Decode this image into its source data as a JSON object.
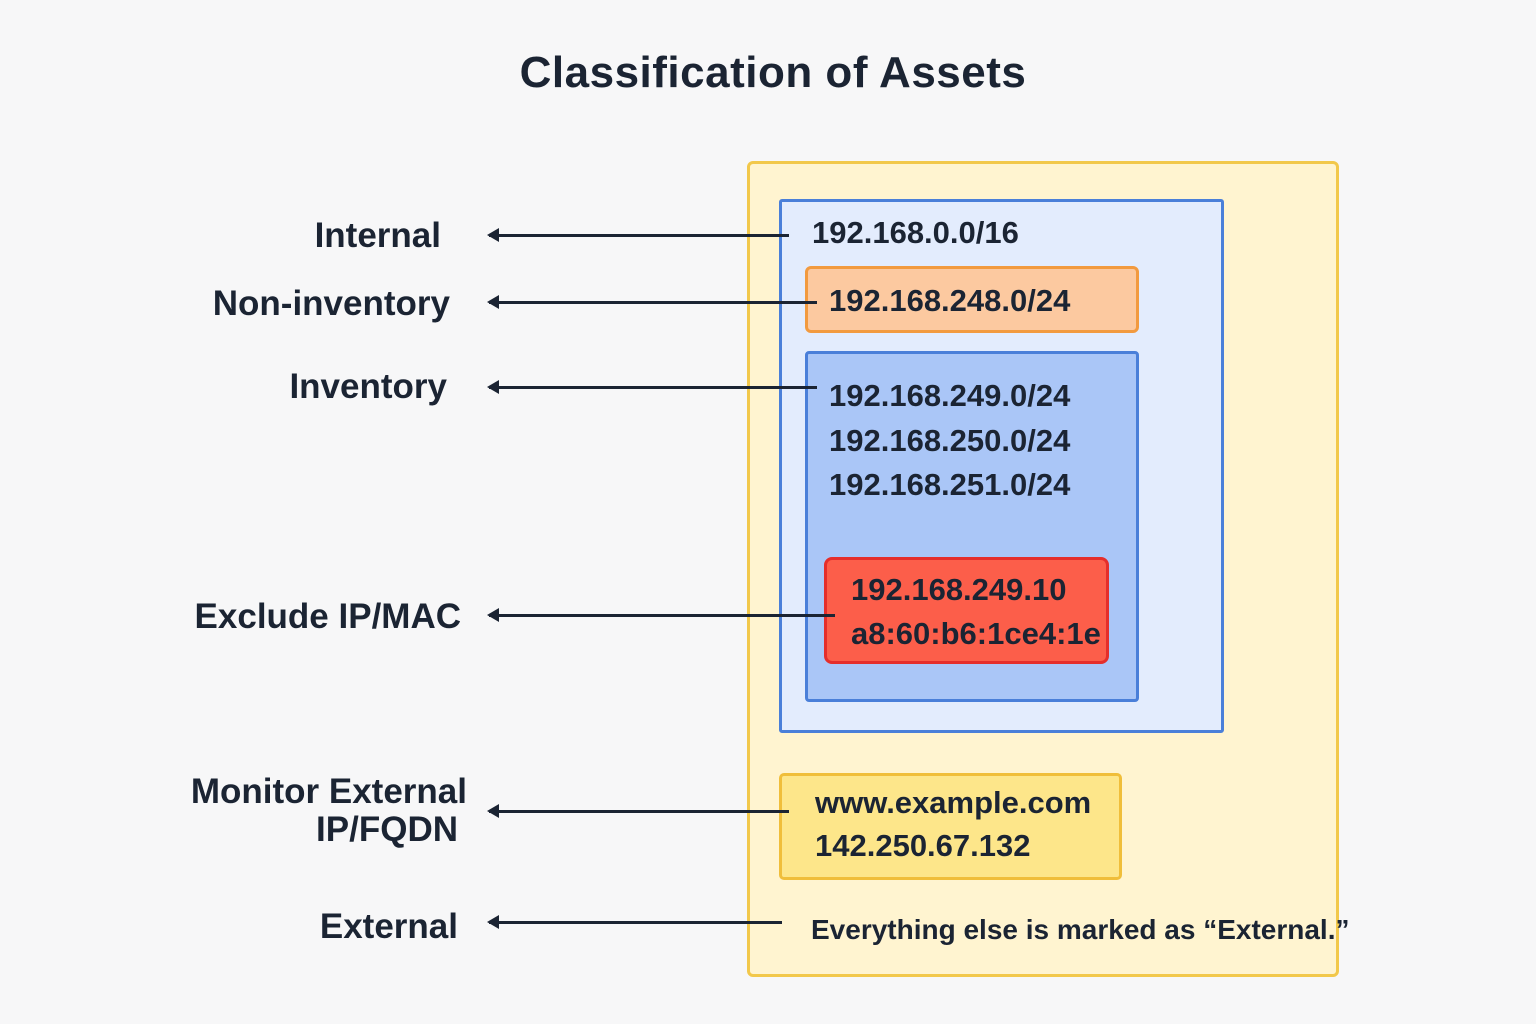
{
  "title": "Classification of Assets",
  "categories": {
    "internal": "Internal",
    "non_inventory": "Non-inventory",
    "inventory": "Inventory",
    "exclude": "Exclude IP/MAC",
    "monitor_external_line1": "Monitor External",
    "monitor_external_line2": "IP/FQDN",
    "external": "External"
  },
  "values": {
    "internal_range": "192.168.0.0/16",
    "non_inventory_range": "192.168.248.0/24",
    "inventory_ranges": [
      "192.168.249.0/24",
      "192.168.250.0/24",
      "192.168.251.0/24"
    ],
    "exclude_ip": "192.168.249.10",
    "exclude_mac": "a8:60:b6:1ce4:1e",
    "monitor_fqdn": "www.example.com",
    "monitor_ip": "142.250.67.132",
    "external_note": "Everything else is marked as “External.”"
  },
  "colors": {
    "outer_fill": "#fff4d0",
    "internal_fill": "#e3ecfd",
    "non_inventory_fill": "#fcc9a0",
    "inventory_fill": "#aac6f7",
    "exclude_fill": "#fc5e4a",
    "monitor_external_fill": "#fde68a"
  }
}
